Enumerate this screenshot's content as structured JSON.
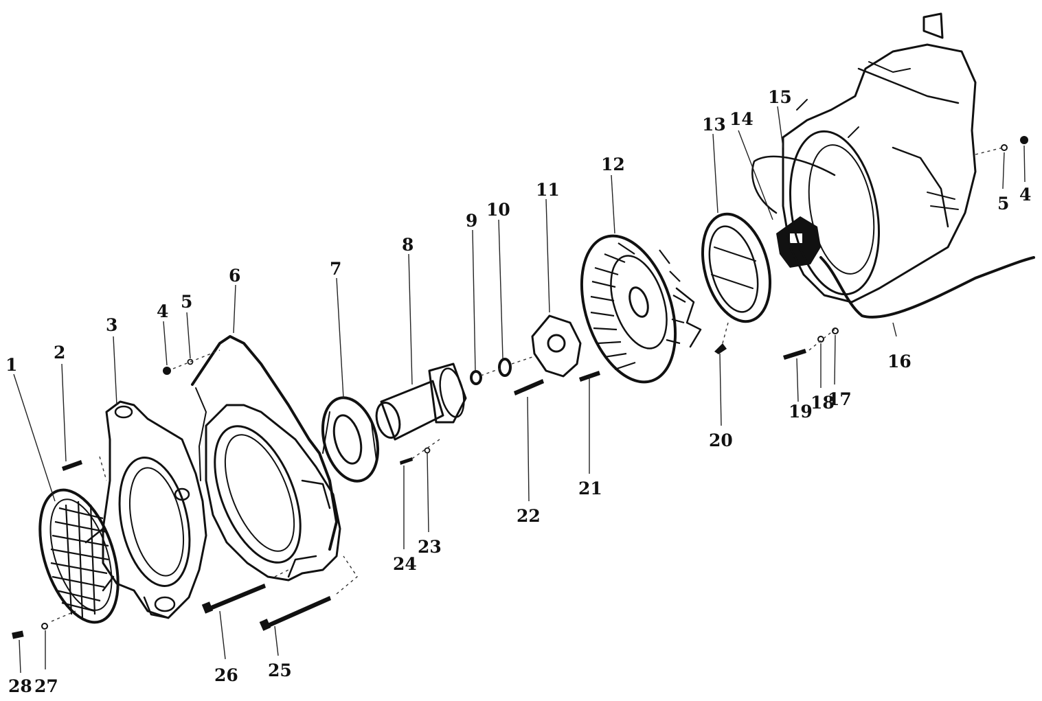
{
  "callouts": [
    {
      "id": "c1",
      "label": "1"
    },
    {
      "id": "c2",
      "label": "2"
    },
    {
      "id": "c3",
      "label": "3"
    },
    {
      "id": "c4a",
      "label": "4"
    },
    {
      "id": "c5a",
      "label": "5"
    },
    {
      "id": "c6",
      "label": "6"
    },
    {
      "id": "c7",
      "label": "7"
    },
    {
      "id": "c8",
      "label": "8"
    },
    {
      "id": "c9",
      "label": "9"
    },
    {
      "id": "c10",
      "label": "10"
    },
    {
      "id": "c11",
      "label": "11"
    },
    {
      "id": "c12",
      "label": "12"
    },
    {
      "id": "c13",
      "label": "13"
    },
    {
      "id": "c14",
      "label": "14"
    },
    {
      "id": "c15",
      "label": "15"
    },
    {
      "id": "c16",
      "label": "16"
    },
    {
      "id": "c17",
      "label": "17"
    },
    {
      "id": "c18",
      "label": "18"
    },
    {
      "id": "c19",
      "label": "19"
    },
    {
      "id": "c20",
      "label": "20"
    },
    {
      "id": "c21",
      "label": "21"
    },
    {
      "id": "c22",
      "label": "22"
    },
    {
      "id": "c23",
      "label": "23"
    },
    {
      "id": "c24",
      "label": "24"
    },
    {
      "id": "c25",
      "label": "25"
    },
    {
      "id": "c26",
      "label": "26"
    },
    {
      "id": "c27",
      "label": "27"
    },
    {
      "id": "c28",
      "label": "28"
    },
    {
      "id": "c5b",
      "label": "5"
    },
    {
      "id": "c4b",
      "label": "4"
    }
  ]
}
